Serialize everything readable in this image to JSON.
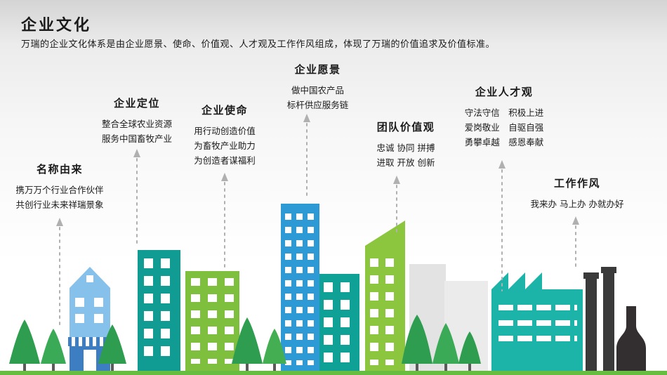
{
  "slide": {
    "title": "企业文化",
    "subtitle": "万瑞的企业文化体系是由企业愿景、使命、价值观、人才观及工作作风组成，体现了万瑞的价值追求及价值标准。"
  },
  "sections": [
    {
      "title": "名称由来",
      "lines": [
        "携万万个行业合作伙伴",
        "共创行业未来祥瑞景象"
      ]
    },
    {
      "title": "企业定位",
      "lines": [
        "整合全球农业资源",
        "服务中国畜牧产业"
      ]
    },
    {
      "title": "企业使命",
      "lines": [
        "用行动创造价值",
        "为畜牧产业助力",
        "为创造者谋福利"
      ]
    },
    {
      "title": "企业愿景",
      "lines": [
        "做中国农产品",
        "标杆供应服务链"
      ]
    },
    {
      "title": "团队价值观",
      "lines": [
        "忠诚 协同 拼搏",
        "进取 开放 创新"
      ]
    },
    {
      "title": "企业人才观",
      "lines": [
        "守法守信　积极上进",
        "爱岗敬业　自驱自强",
        "勇攀卓越　感恩奉献"
      ]
    },
    {
      "title": "工作作风",
      "lines": [
        "我来办 马上办 办就办好"
      ]
    }
  ],
  "colors": {
    "arrow_gray": "#b0b0b0",
    "house_blue": "#85c1ea",
    "building_teal": "#109b93",
    "building_green": "#7fbf3e",
    "building_blue": "#2d9ad5",
    "slant_green": "#8cc63e",
    "factory_teal": "#1cb3a8",
    "dark_structures": "#343031",
    "tree_green": "#2e9d4f",
    "ground_green": "#67bd3f"
  }
}
